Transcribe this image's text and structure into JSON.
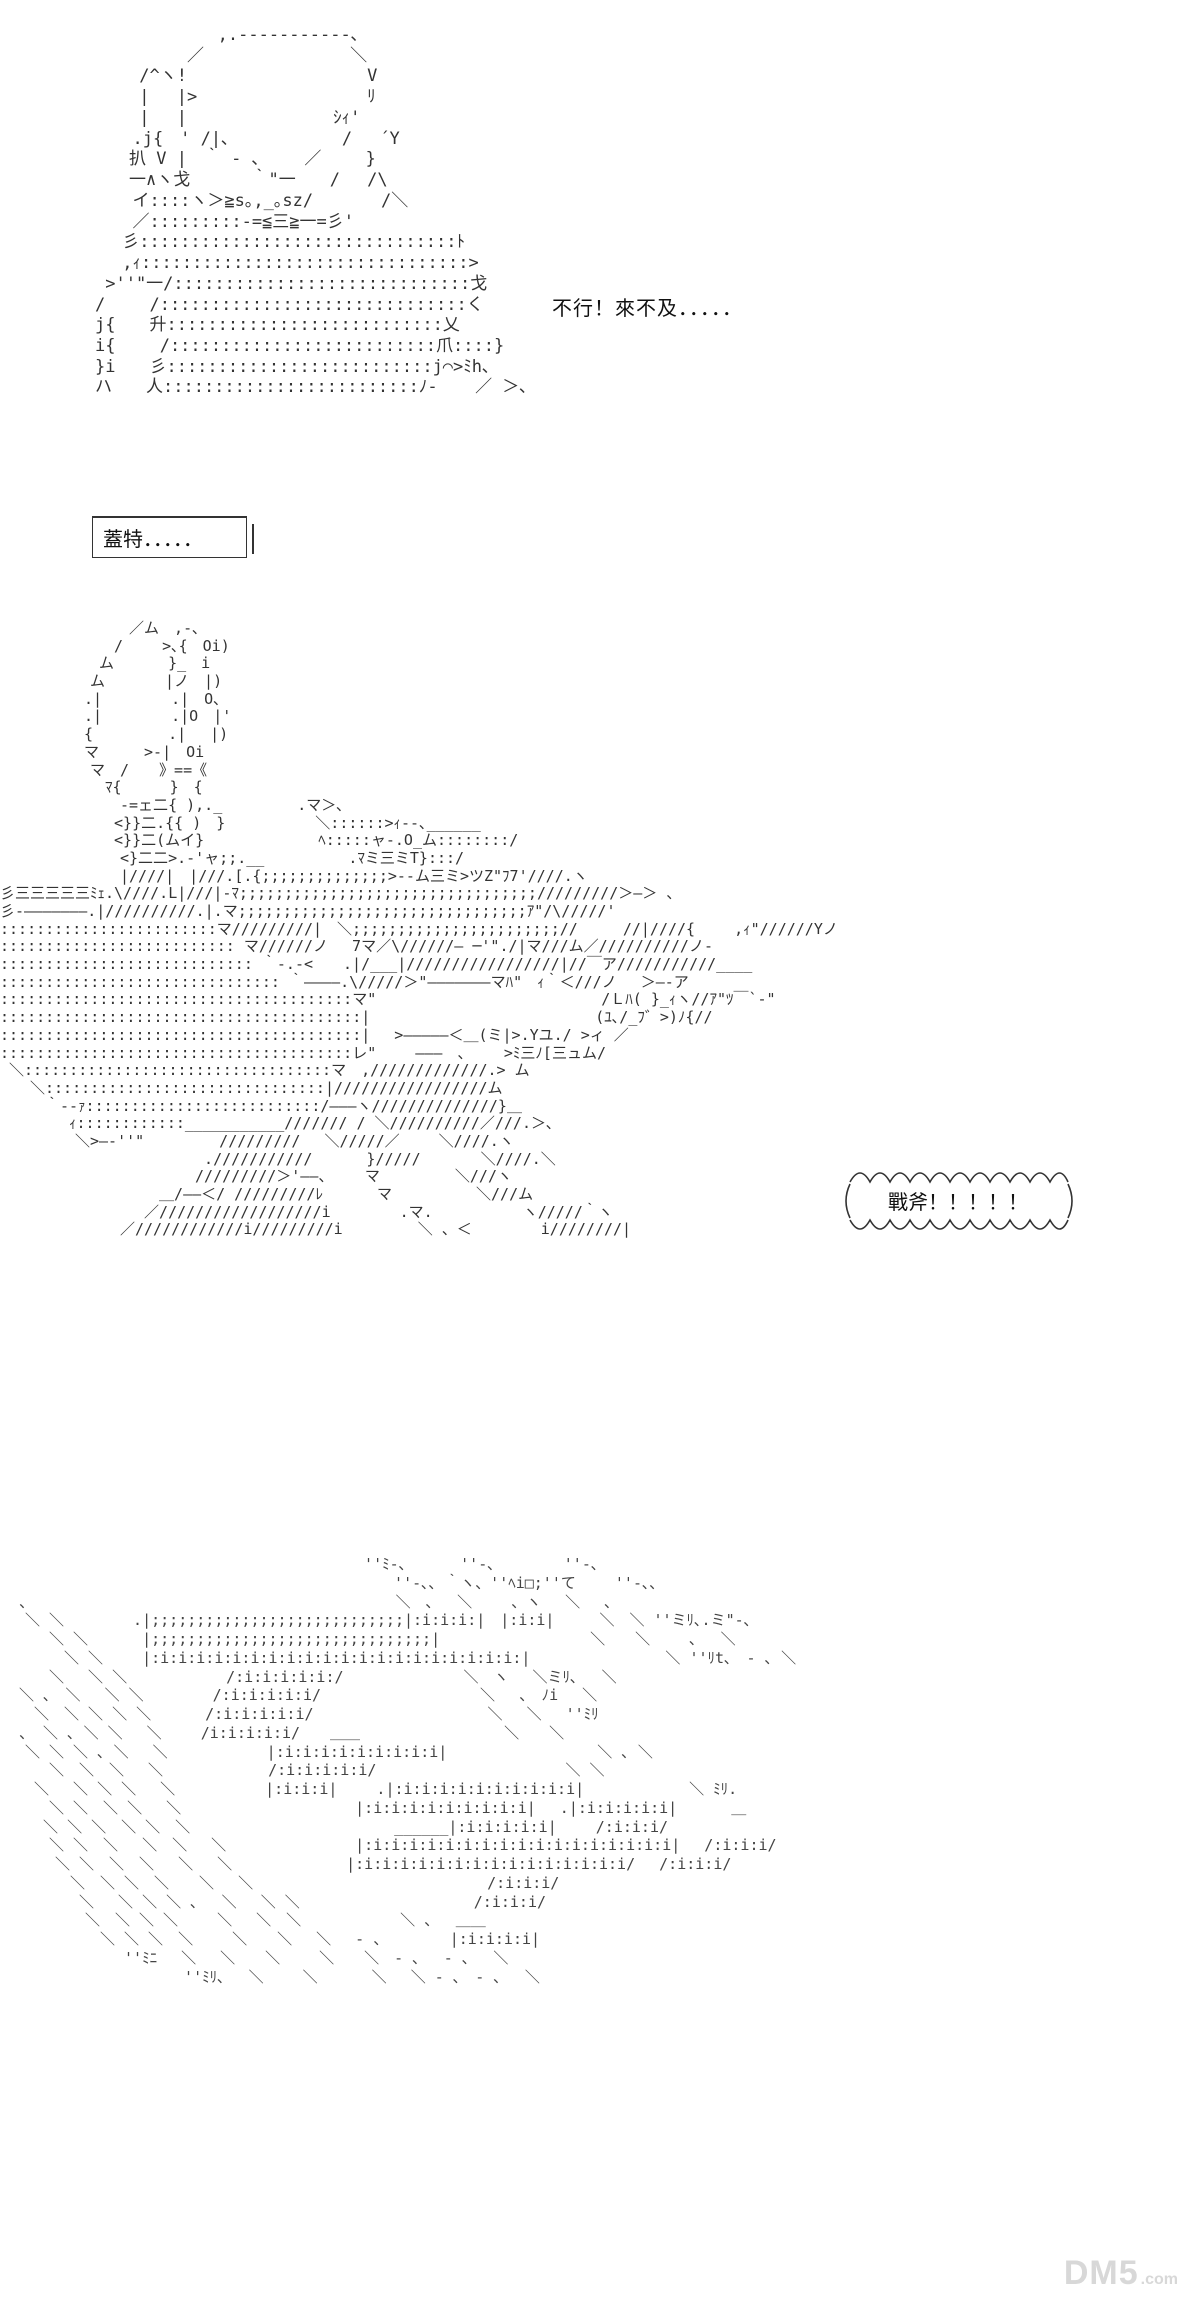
{
  "panel_top": {
    "speech": "不行！來不及．．．．．",
    "ascii_art": "    　 　 　 ,.-‐‐‐‐‐‐‐‐‐-､\n 　 　 　 ／　　　　　　　　 ＼\n　 　/^ヽ!　　　　　　　　　　 V\n　　 |　 |>　　　　　　　　　　ﾘ\n　　 |　 |　　　　　　　　 ｼｨ'\n 　 .j{　' /|､　　　　　　 /　 ´Y\n　　扒 V |　｀ ‐ ､　　 ／　　 }\n　　一∧ヽ戈　　　 ｀\"一　　/　 /\\\n 　 イ::::ヽ＞≧s｡,_｡sz/　　　　/＼\n 　 ／:::::::::‐=≦三≧一=彡'\n 　彡:::::::::::::::::::::::::::::::ﾄ\n　 ,ｨ::::::::::::::::::::::::::::::::>\n >''\"一/:::::::::::::::::::::::::::::戈\n/　 　/::::::::::::::::::::::::::::::く\nj{　　升:::::::::::::::::::::::::::乂\ni{　 　/::::::::::::::::::::::::::爪::::}\n}i　　彡::::::::::::::::::::::::::j⌒>ﾐh､\nハ　　人:::::::::::::::::::::::::ﾉ‐ 　 ／ ＞､"
  },
  "name_box": {
    "label": "蓋特．．．．．"
  },
  "panel_warrior": {
    "ascii_art": "　　　　　　　　 ／ム　,‐､\n　　　　　　　 /　　 >､{　Oi)\n　　　　　　 ム　　　 }_　i\n　　　　　　ム　　　　|ノ　|)\n　　　　　 .|　　　　 .|　O､\n　　　　　 .|　　　　 .|O　|'\n　　　　　 {　　　　　.|　 |)\n　　　　　 マ　　　>-|　Oi\n　　　　　　マ　/　　》==《\n　　　　　　　ﾏ{　 　 }　{\n　　　　　　　　-=ェ二{ ),._　　　　　.マ＞､\n　　　　　　　 <}}二.{{ )　}　　　　　　＼::::::>ｨ‐-､______\n　　　　　　　 <}}二(ムイ}　　　　　　　 ﾍ:::::ャ-.O_ム::::::::/\n　　　　　　　　<}二二>.-'ャ;;.__　　　　　 .ﾏミ三ミT}:::/\n　　　　　　　　|////|　|///.[.{;;;;;;;;;;;;;;>--ム三ミ>ツZ\"ﾌ7'////.ヽ\n彡三三三三三ﾐｪ.\\////.L|///|-ﾏ;;;;;;;;;;;;;;;;;;;;;;;;;;;;;;;;;/////////＞―＞ 、\n彡-―――――――.|//////////.|.マ;;;;;;;;;;;;;;;;;;;;;;;;;;;;;;;;ｱ\"/\\/////'\n::::::::::::::::::::::::マ/////////|　＼;;;;;;;;;;;;;;;;;;;;;;;//　　　//|////{　　 ,ｨ\"//////Yノ\n:::::::::::::::::::::::::: マ//////ノ　 7マ／\\//////― ─'\"./|マ///ム／//////////ノ-\n:::::::::::::::::::::::::::: ｀-.-<　　.|/___|/////////////////|//￣ア///////////____\n::::::::::::::::::::::::::::::: ｀――――.\\/////＞\"―――――――マﾊ\"　ｨ｀＜///ノ　 ＞―‐ア\n:::::::::::::::::::::::::::::::::::::::マ\"　　　　　　　　　　　　　　　/Ｌﾊ( }_ｨヽ//ｱ\"ﾂ￣`‐\"\n::::::::::::::::::::::::::::::::::::::::|　　　　　　　　　　　　　　　(ﾕ､/_ﾌ゛>)ﾉ{//\n::::::::::::::::::::::::::::::::::::::::|　 >―――――＜＿(ミ|>.Yユ./ >ィ ／\n:::::::::::::::::::::::::::::::::::::::レ\"　　 ―――　、　　 >ﾐ三ﾉ[三ュム/\n ＼::::::::::::::::::::::::::::::::::マ　,/////////////.> ム\n　　＼:::::::::::::::::::::::::::::::|/////////////////ム\n　　　｀‐-ｧ::::::::::::::::::::::::::/―――ヽ//////////////}＿\n　　　　 ｨ::::::::::::___________/////// / ＼//////////／///.＞､\n　　　　　＼>―‐''\"　　　　　/////////　 ＼/////／　　 ＼////.ヽ\n　　　　　　　　　　　　　 .///////////　　　 }/////　　　　＼////.＼\n　　　　　　　　　　　　　/////////＞'――、　　 マ　　　　　＼///ヽ\n　　　　　　　　　　 ＿/――＜/ /////////ﾚ　　　 マ　　　　　 ＼///ム\n　　　　　　　　　 ／//////////////////i　　　　 .マ.　　　　　　ヽ/////｀ヽ\n　　　　　　　　／////////////i/////////i　　　　　＼ 、＜　　　　 i////////|",
    "burst_text": "戰斧！！！！！"
  },
  "panel_debris": {
    "ascii_art": "　　　　　　　　　　　　　　　　　　　　　　　 ''ﾐ‐､　　　 ''‐､　　　　 ''‐､\n　　　　　　　　　　　　　　　　　　　　　　　　　 ''‐､､ ｀ヽ、''ﾍi□;''て　　 ''‐､､\n 、　　　　　　　　　　　　　　　　　　　　　　　　 ＼　､　 ＼　　 、ヽ　 ＼　 ､\n　＼ ＼　　　　 .|;;;;;;;;;;;;;;;;;;;;;;;;;;;;|:i:i:i:|　|:i:i|　　　＼　＼ ''ミﾘ､.ミ\"‐､\n　　 ＼ ＼　　　 |;;;;;;;;;;;;;;;;;;;;;;;;;;;;;;;|　　　　　　　　　　＼　　＼　　 ､　 ＼\n 　　　＼ ＼　 　|:i:i:i:i:i:i:i:i:i:i:i:i:i:i:i:i:i:i:i:i:|　　　　　　　　　＼ ''ﾘt､　‐ ､ ＼\n　　 ＼　 ＼ ＼　　　　　　 /:i:i:i:i:i:/　　　　　　　　＼　ヽ　 ＼ミﾘ､　 ＼\n ＼ ､　＼　 ＼ ＼　　　　 /:i:i:i:i:i/　　　　　　　　　　 ＼　 、　ﾉi　 ＼\n　 ＼　＼ ＼ ＼ ＼　　　 /:i:i:i:i:i/　　　　　　　　　　　 ＼　 ＼　 ''ﾐﾘ\n 、 ＼ ､ ＼ ＼　 ＼　　 /i:i:i:i:i/　　＿＿　　　　　　　　　 ＼　　＼\n　＼ ＼ ＼ ､ ＼　 ＼　　　　　　 |:i:i:i:i:i:i:i:i:i|　　　　　　　　　　＼ ､ ＼\n　　 ＼　＼　＼　 ＼　　　　　　　/:i:i:i:i:i/　　　　　　　　　　　　 ＼ ＼\n　 ＼　 ＼ ＼ ＼　 ＼　　　　　　|:i:i:i|　　 .|:i:i:i:i:i:i:i:i:i:i|　　　　　　　＼ ﾐﾘ.\n　　 ＼ ＼　＼ ＼　 ＼　　　　　　　　　　　 |:i:i:i:i:i:i:i:i:i|　 .|:i:i:i:i:i|　　　 ＿\n 　 ＼ ＼ ＼　＼ ＼　＼　　　　　　　　　　　　　 ______|:i:i:i:i:i|　　 /:i:i:i/\n　　 ＼ ＼　＼　 ＼　＼　 ＼　　　　　　　　 |:i:i:i:i:i:i:i:i:i:i:i:i:i:i:i:i:i|　 /:i:i:i/\n　　　＼ ＼　＼　＼　 ＼　 ＼　　　　　　　 |:i:i:i:i:i:i:i:i:i:i:i:i:i:i:i/　 /:i:i:i/\n　　　　＼　＼ ＼　＼　　＼　 ＼　　　　　　　　　　　　　　　 /:i:i:i/\n　　　　 ＼　 ＼ ＼ ＼ ､　 ＼　 ＼ ＼　　　　　　　　　　　 /:i:i:i/\n　　　　　＼　＼ ＼ ＼　　 ＼　 ＼　＼　　　　　　 ＼ 、　 ＿＿\n　　　　　　＼ ＼ ＼　＼　　 ＼　　＼　 ＼　 ‐ 、　　　　 |:i:i:i:i|\n　　　　　　　 ''ﾐﾆ　 ＼　 ＼　　＼　　 ＼　　＼　‐ ､　 ‐ ､　 ＼\n　　　　　　　　　　　 ''ﾐﾘ､　 ＼　　 ＼　　　 ＼　 ＼ ‐ ､　‐ ､　 ＼"
  },
  "watermark": {
    "main": "DM5",
    "sub": ".com"
  }
}
